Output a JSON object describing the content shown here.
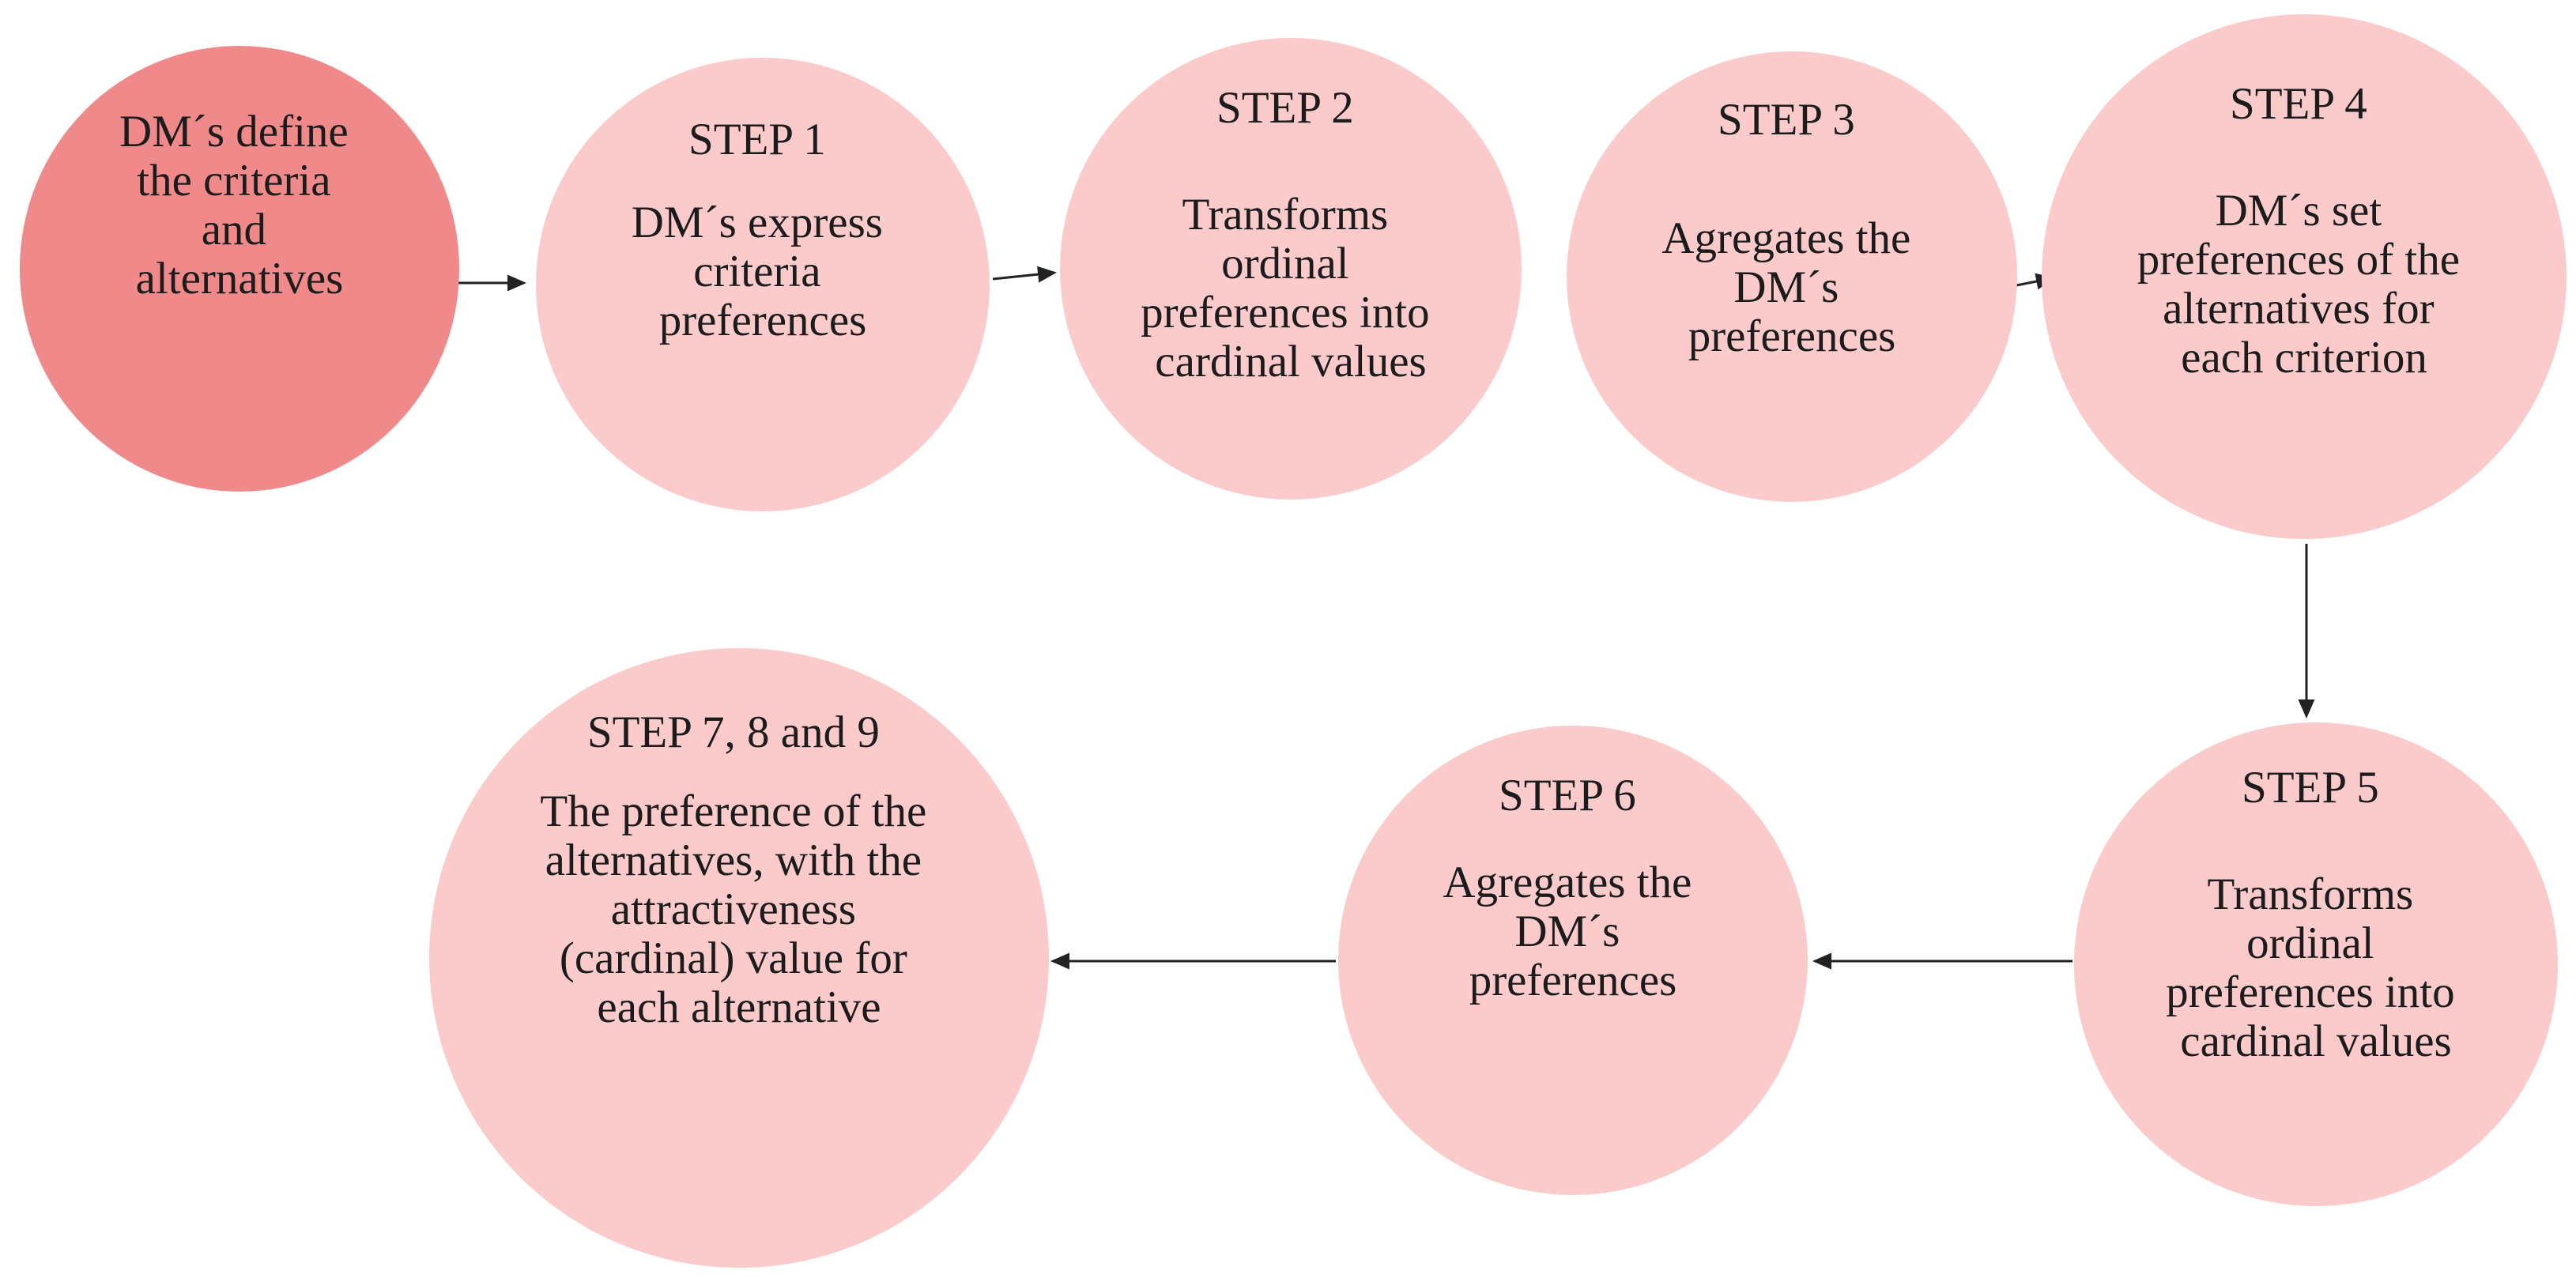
{
  "diagram": {
    "description_nodes": "flowchart of decision-making steps",
    "nodes": [
      {
        "id": "define",
        "lines": [
          "DM´s define",
          "the criteria",
          "and",
          "alternatives"
        ]
      },
      {
        "id": "step1",
        "title": "STEP 1",
        "lines": [
          "DM´s express",
          "criteria",
          "preferences"
        ]
      },
      {
        "id": "step2",
        "title": "STEP 2",
        "lines": [
          "Transforms",
          "ordinal",
          "preferences into",
          "cardinal values"
        ]
      },
      {
        "id": "step3",
        "title": "STEP 3",
        "lines": [
          "Agregates the",
          "DM´s",
          "preferences"
        ]
      },
      {
        "id": "step4",
        "title": "STEP 4",
        "lines": [
          "DM´s set",
          "preferences of the",
          "alternatives for",
          "each criterion"
        ]
      },
      {
        "id": "step5",
        "title": "STEP 5",
        "lines": [
          "Transforms",
          "ordinal",
          "preferences into",
          "cardinal values"
        ]
      },
      {
        "id": "step6",
        "title": "STEP 6",
        "lines": [
          "Agregates the",
          "DM´s",
          "preferences"
        ]
      },
      {
        "id": "step789",
        "title": "STEP 7, 8 and 9",
        "lines": [
          "The preference of the",
          "alternatives, with the",
          "attractiveness",
          "(cardinal) value for",
          "each alternative"
        ]
      }
    ],
    "colors": {
      "start_node": "#f08a8a",
      "step_node": "#fbcbcb",
      "connector": "#222222",
      "text": "#1c1c1c"
    }
  }
}
